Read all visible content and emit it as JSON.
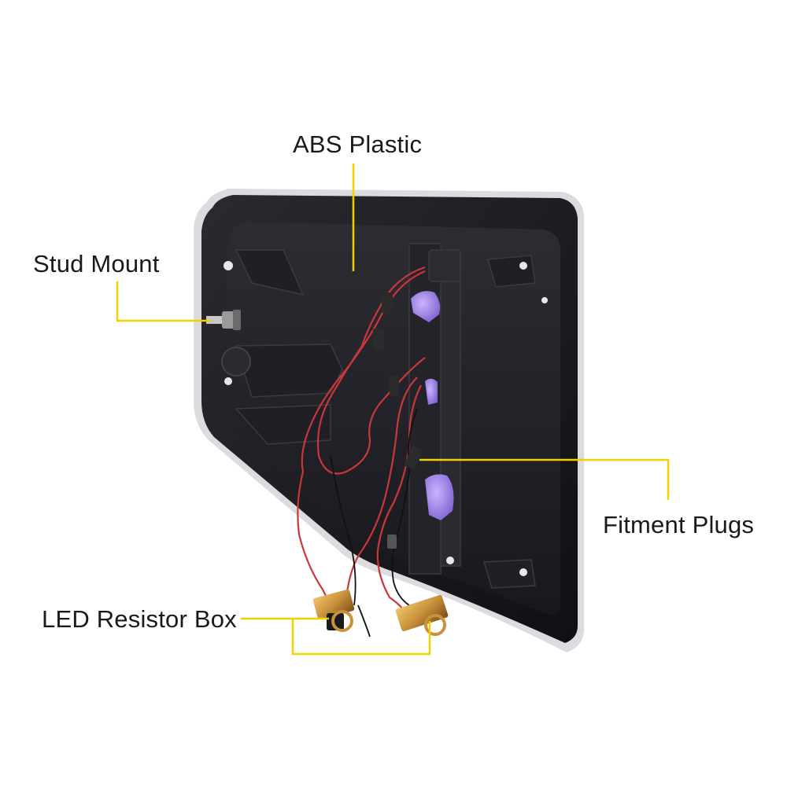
{
  "labels": {
    "abs_plastic": "ABS Plastic",
    "stud_mount": "Stud Mount",
    "fitment_plugs": "Fitment Plugs",
    "led_resistor_box": "LED Resistor Box"
  },
  "colors": {
    "leader_line": "#f2d100",
    "housing": "#1c1b20",
    "housing_edge": "#d9d9dd",
    "wire_red": "#c8383a",
    "wire_black": "#111111",
    "resistor_gold": "#c9943a",
    "bulb_purple": "#a98be8"
  }
}
